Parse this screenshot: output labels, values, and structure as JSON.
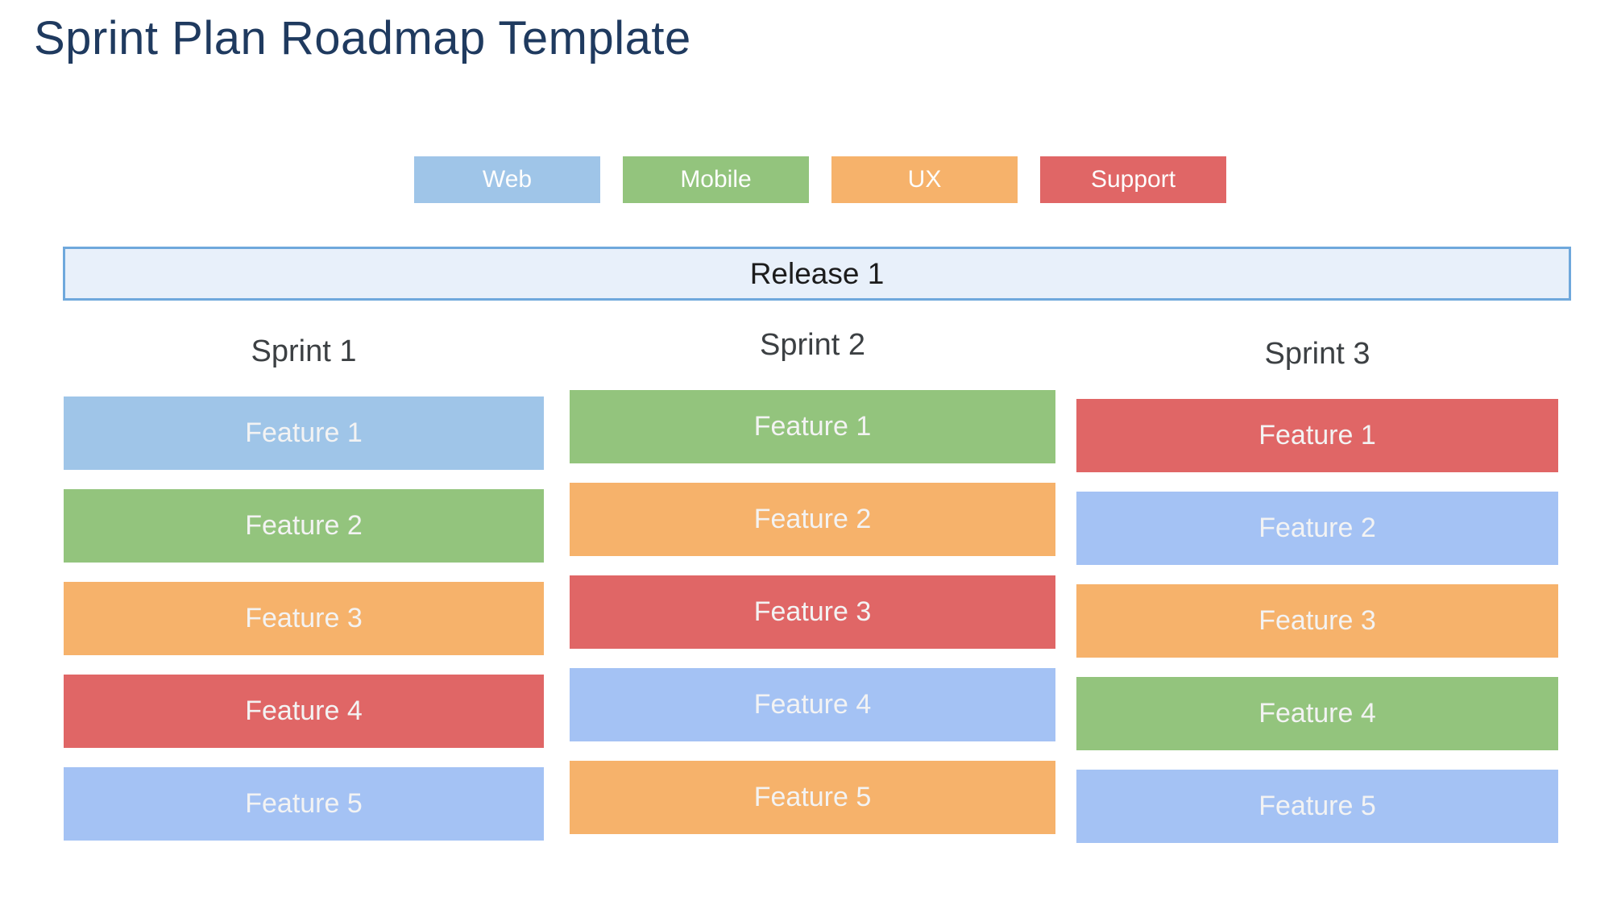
{
  "page": {
    "title": "Sprint Plan Roadmap Template",
    "title_color": "#1f3a5f"
  },
  "palette": {
    "web": "#9fc5e8",
    "web_light": "#a4c2f4",
    "mobile": "#93c47d",
    "ux": "#f6b26b",
    "support": "#e06666",
    "release_fill": "#e8f0fa",
    "release_border": "#6fa8dc"
  },
  "legend": {
    "items": [
      {
        "label": "Web",
        "category": "web",
        "color": "#9fc5e8"
      },
      {
        "label": "Mobile",
        "category": "mobile",
        "color": "#93c47d"
      },
      {
        "label": "UX",
        "category": "ux",
        "color": "#f6b26b"
      },
      {
        "label": "Support",
        "category": "support",
        "color": "#e06666"
      }
    ]
  },
  "release": {
    "label": "Release 1"
  },
  "sprints": [
    {
      "label": "Sprint 1",
      "features": [
        {
          "label": "Feature 1",
          "category": "web",
          "color": "#9fc5e8"
        },
        {
          "label": "Feature 2",
          "category": "mobile",
          "color": "#93c47d"
        },
        {
          "label": "Feature 3",
          "category": "ux",
          "color": "#f6b26b"
        },
        {
          "label": "Feature 4",
          "category": "support",
          "color": "#e06666"
        },
        {
          "label": "Feature 5",
          "category": "web",
          "color": "#a4c2f4"
        }
      ]
    },
    {
      "label": "Sprint 2",
      "features": [
        {
          "label": "Feature 1",
          "category": "mobile",
          "color": "#93c47d"
        },
        {
          "label": "Feature 2",
          "category": "ux",
          "color": "#f6b26b"
        },
        {
          "label": "Feature 3",
          "category": "support",
          "color": "#e06666"
        },
        {
          "label": "Feature 4",
          "category": "web",
          "color": "#a4c2f4"
        },
        {
          "label": "Feature 5",
          "category": "ux",
          "color": "#f6b26b"
        }
      ]
    },
    {
      "label": "Sprint 3",
      "features": [
        {
          "label": "Feature 1",
          "category": "support",
          "color": "#e06666"
        },
        {
          "label": "Feature 2",
          "category": "web",
          "color": "#a4c2f4"
        },
        {
          "label": "Feature 3",
          "category": "ux",
          "color": "#f6b26b"
        },
        {
          "label": "Feature 4",
          "category": "mobile",
          "color": "#93c47d"
        },
        {
          "label": "Feature 5",
          "category": "web",
          "color": "#a4c2f4"
        }
      ]
    }
  ]
}
